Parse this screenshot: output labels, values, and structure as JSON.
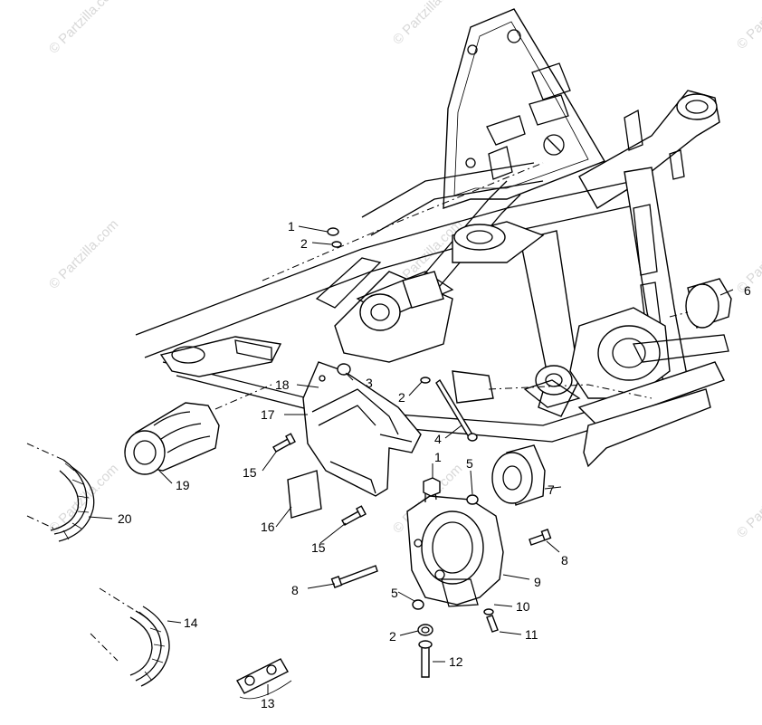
{
  "watermark": "© Partzilla.com",
  "callouts": {
    "c1a": "1",
    "c2a": "2",
    "c3": "3",
    "c2b": "2",
    "c4": "4",
    "c1b": "1",
    "c5a": "5",
    "c6": "6",
    "c7": "7",
    "c8a": "8",
    "c9": "9",
    "c8b": "8",
    "c5b": "5",
    "c10": "10",
    "c2c": "2",
    "c11": "11",
    "c12": "12",
    "c13": "13",
    "c14": "14",
    "c15a": "15",
    "c15b": "15",
    "c16": "16",
    "c17": "17",
    "c18": "18",
    "c19": "19",
    "c20": "20"
  }
}
